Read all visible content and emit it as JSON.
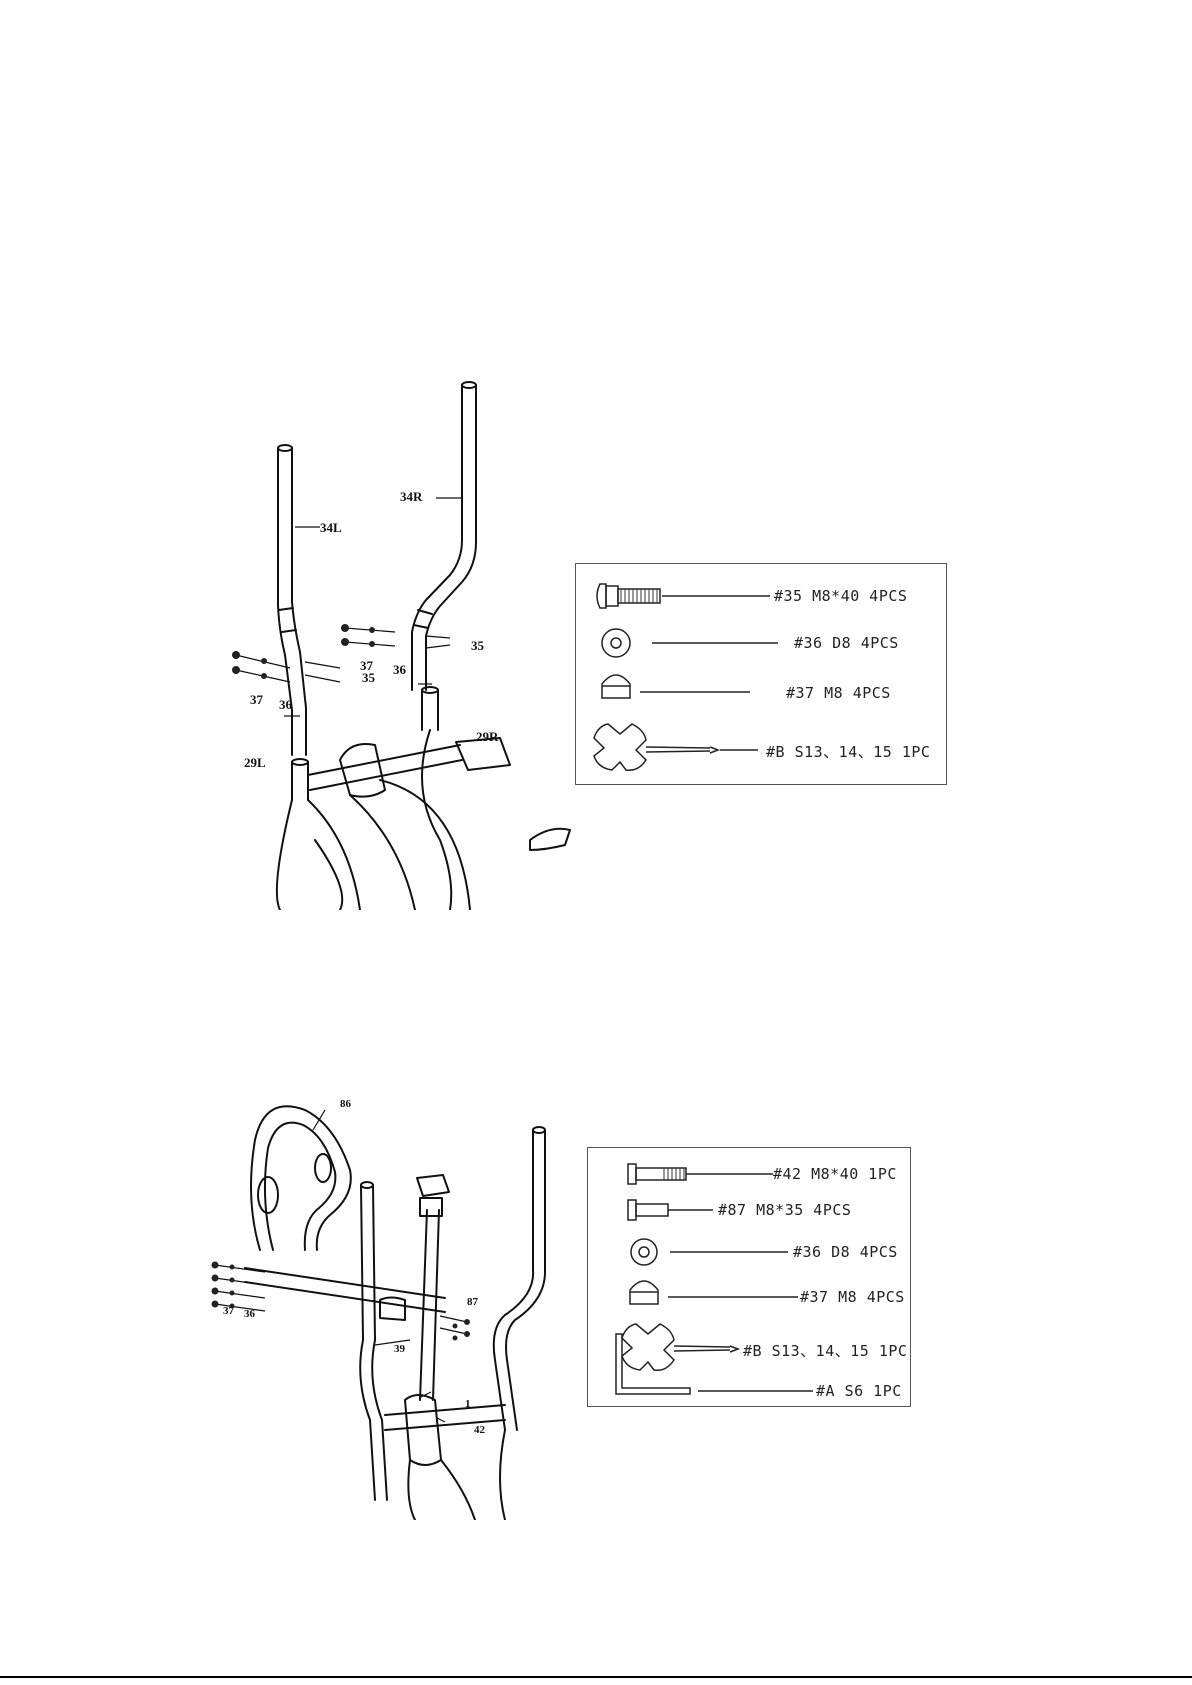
{
  "step1": {
    "callouts": {
      "p34L": "34L",
      "p34R": "34R",
      "p35a": "35",
      "p35b": "35",
      "p36a": "36",
      "p36b": "36",
      "p37a": "37",
      "p37b": "37",
      "p29L": "29L",
      "p29R": "29R"
    },
    "hardware": [
      {
        "part": "#35",
        "spec": "M8*40",
        "qty": "4PCS",
        "text": "#35  M8*40   4PCS",
        "icon": "carriage-bolt-icon"
      },
      {
        "part": "#36",
        "spec": "D8",
        "qty": "4PCS",
        "text": "#36  D8  4PCS",
        "icon": "washer-icon"
      },
      {
        "part": "#37",
        "spec": "M8",
        "qty": "4PCS",
        "text": "#37   M8     4PCS",
        "icon": "cap-nut-icon"
      },
      {
        "part": "#B",
        "spec": "S13、14、15",
        "qty": "1PC",
        "text": "#B  S13、14、15 1PC",
        "icon": "multi-wrench-icon"
      }
    ]
  },
  "step2": {
    "callouts": {
      "p86": "86",
      "p87": "87",
      "p39": "39",
      "p1": "1",
      "p42": "42",
      "p36": "36",
      "p37": "37"
    },
    "hardware": [
      {
        "part": "#42",
        "spec": "M8*40",
        "qty": "1PC",
        "text": "#42  M8*40   1PC",
        "icon": "bolt-icon"
      },
      {
        "part": "#87",
        "spec": "M8*35",
        "qty": "4PCS",
        "text": "#87  M8*35   4PCS",
        "icon": "short-bolt-icon"
      },
      {
        "part": "#36",
        "spec": "D8",
        "qty": "4PCS",
        "text": "#36  D8  4PCS",
        "icon": "washer-icon"
      },
      {
        "part": "#37",
        "spec": "M8",
        "qty": "4PCS",
        "text": "#37  M8  4PCS",
        "icon": "cap-nut-icon"
      },
      {
        "part": "#B",
        "spec": "S13、14、15",
        "qty": "1PC",
        "text": "#B  S13、14、15 1PC",
        "icon": "multi-wrench-icon"
      },
      {
        "part": "#A",
        "spec": "S6",
        "qty": "1PC",
        "text": "#A  S6  1PC",
        "icon": "allen-key-icon"
      }
    ]
  }
}
